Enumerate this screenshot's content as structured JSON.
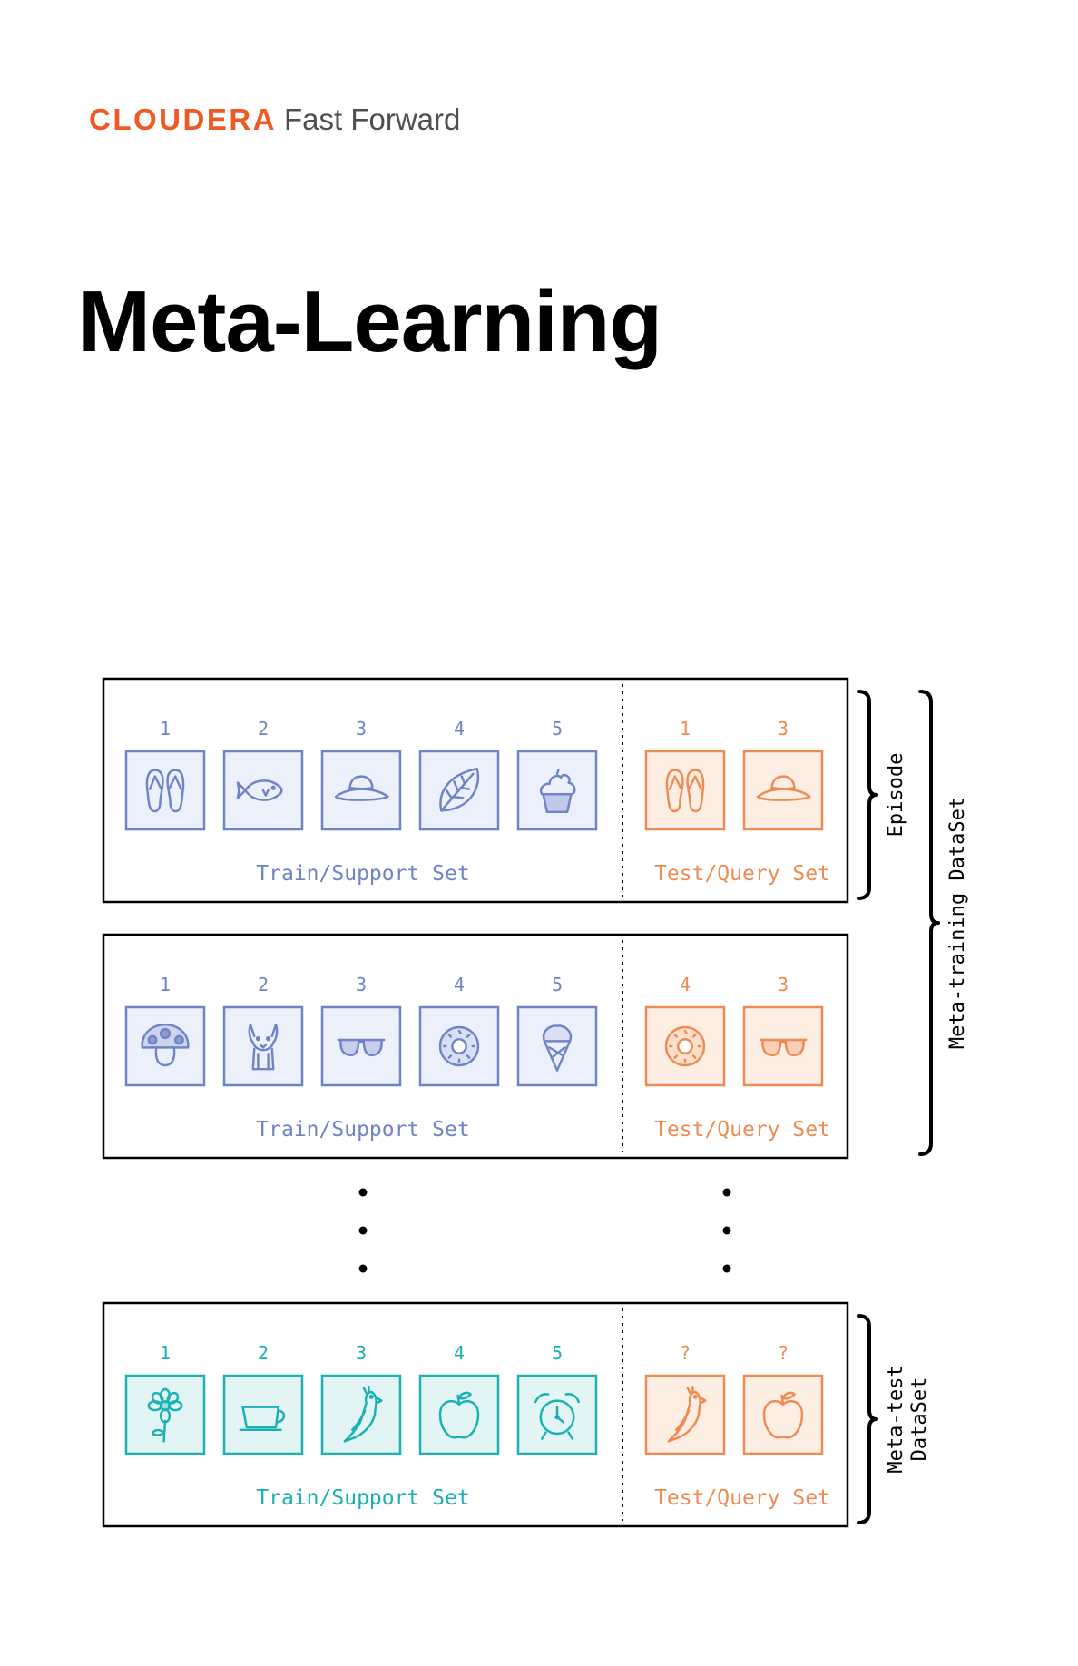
{
  "brand": {
    "name": "CLOUDERA",
    "suffix": "Fast Forward"
  },
  "title": "Meta-Learning",
  "colors": {
    "blue": "#6f84c6",
    "blue_fill": "#ecf0fb",
    "orange": "#f08a53",
    "orange_fill": "#fdeee3",
    "teal": "#1bb0b3",
    "teal_fill": "#e3f4f4",
    "ink": "#000000"
  },
  "rows": [
    {
      "train": [
        {
          "label": "1",
          "icon": "flip-flops-icon"
        },
        {
          "label": "2",
          "icon": "fish-icon"
        },
        {
          "label": "3",
          "icon": "sun-hat-icon"
        },
        {
          "label": "4",
          "icon": "leaf-icon"
        },
        {
          "label": "5",
          "icon": "cupcake-icon"
        }
      ],
      "test": [
        {
          "label": "1",
          "icon": "flip-flops-icon"
        },
        {
          "label": "3",
          "icon": "sun-hat-icon"
        }
      ],
      "train_label": "Train/Support Set",
      "test_label": "Test/Query Set"
    },
    {
      "train": [
        {
          "label": "1",
          "icon": "mushroom-icon"
        },
        {
          "label": "2",
          "icon": "dog-icon"
        },
        {
          "label": "3",
          "icon": "sunglasses-icon"
        },
        {
          "label": "4",
          "icon": "donut-icon"
        },
        {
          "label": "5",
          "icon": "ice-cream-icon"
        }
      ],
      "test": [
        {
          "label": "4",
          "icon": "donut-icon"
        },
        {
          "label": "3",
          "icon": "sunglasses-icon"
        }
      ],
      "train_label": "Train/Support Set",
      "test_label": "Test/Query Set"
    },
    {
      "train": [
        {
          "label": "1",
          "icon": "flower-icon"
        },
        {
          "label": "2",
          "icon": "cup-icon"
        },
        {
          "label": "3",
          "icon": "parrot-icon"
        },
        {
          "label": "4",
          "icon": "apple-icon"
        },
        {
          "label": "5",
          "icon": "alarm-clock-icon"
        }
      ],
      "test": [
        {
          "label": "?",
          "icon": "parrot-icon"
        },
        {
          "label": "?",
          "icon": "apple-icon"
        }
      ],
      "train_label": "Train/Support Set",
      "test_label": "Test/Query Set"
    }
  ],
  "brackets": {
    "episode": "Episode",
    "meta_training": "Meta-training DataSet",
    "meta_test_line1": "Meta-test",
    "meta_test_line2": "DataSet"
  }
}
